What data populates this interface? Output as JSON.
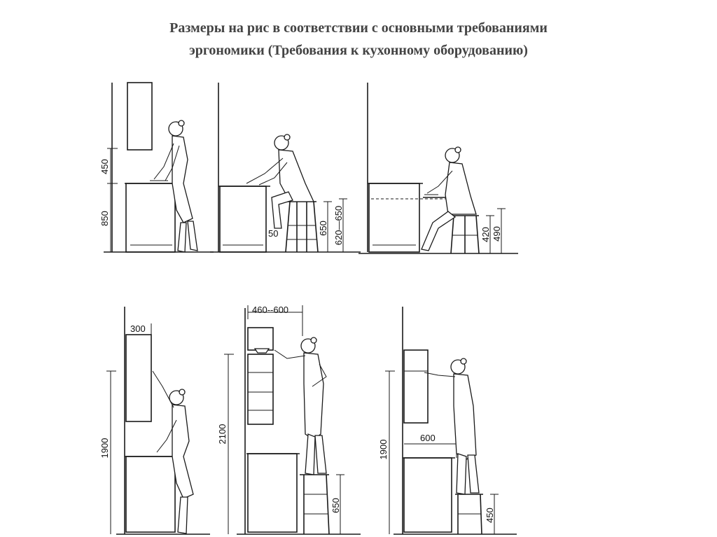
{
  "title": {
    "line1": "Размеры на рис  в соответствии с основными требованиями",
    "line2": "эргономики (Требования к кухонному оборудованию)"
  },
  "dimensions": {
    "panel1": {
      "upper": "450",
      "counter": "850"
    },
    "panel2": {
      "seat_offset": "50",
      "stool": "650",
      "counter_range": "620—650"
    },
    "panel3": {
      "stool": "420",
      "table": "490"
    },
    "panel4": {
      "depth": "300",
      "reach": "1900"
    },
    "panel5": {
      "depth_range": "460--600",
      "reach": "2100",
      "step": "650"
    },
    "panel6": {
      "depth": "600",
      "reach": "1900",
      "step": "450"
    }
  }
}
